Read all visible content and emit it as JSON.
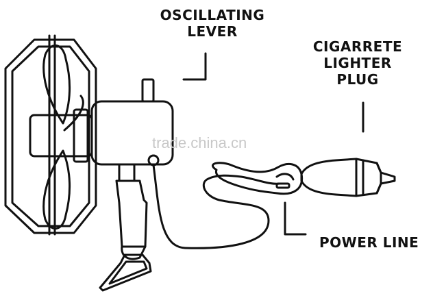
{
  "labels": {
    "oscillating_lever": [
      "OSCILLATING",
      "LEVER"
    ],
    "cigarette_lighter_plug": [
      "CIGARRETE",
      "LIGHTER",
      "PLUG"
    ],
    "power_line": "POWER LINE"
  },
  "watermark": "trade.china.cn",
  "colors": {
    "line": "#111111",
    "background": "#ffffff",
    "watermark": "#c8c8c8"
  }
}
